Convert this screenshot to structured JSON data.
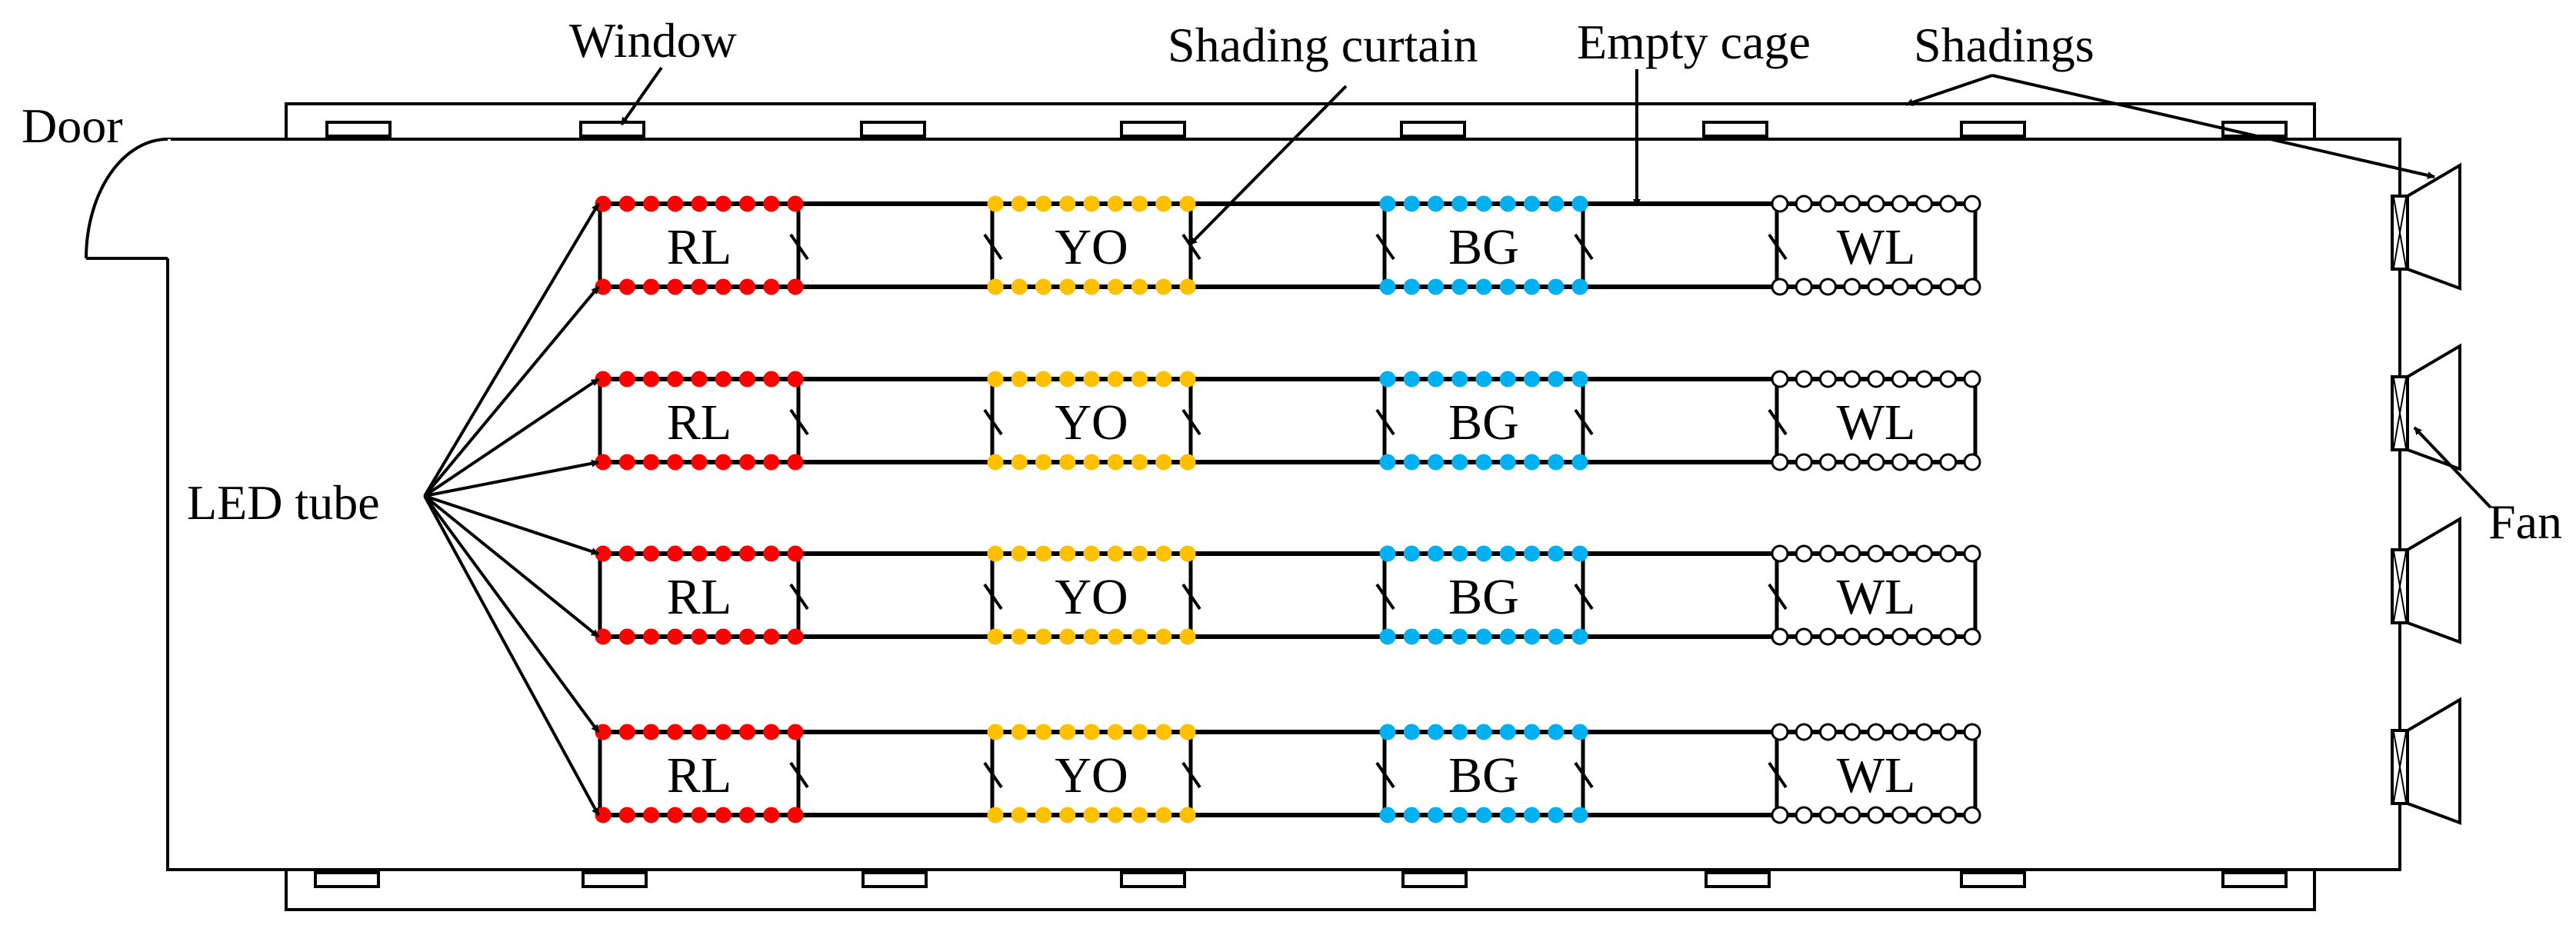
{
  "labels": {
    "door": "Door",
    "window": "Window",
    "shading_curtain": "Shading curtain",
    "empty_cage": "Empty cage",
    "shadings": "Shadings",
    "led_tube": "LED tube",
    "fan": "Fan"
  },
  "rows": [
    {
      "cages": [
        {
          "label": "RL",
          "color": "#ff0000",
          "hollow": false
        },
        {
          "label": "YO",
          "color": "#ffc000",
          "hollow": false
        },
        {
          "label": "BG",
          "color": "#00b0f0",
          "hollow": false
        },
        {
          "label": "WL",
          "color": "#ffffff",
          "hollow": true
        }
      ]
    },
    {
      "cages": [
        {
          "label": "RL",
          "color": "#ff0000",
          "hollow": false
        },
        {
          "label": "YO",
          "color": "#ffc000",
          "hollow": false
        },
        {
          "label": "BG",
          "color": "#00b0f0",
          "hollow": false
        },
        {
          "label": "WL",
          "color": "#ffffff",
          "hollow": true
        }
      ]
    },
    {
      "cages": [
        {
          "label": "RL",
          "color": "#ff0000",
          "hollow": false
        },
        {
          "label": "YO",
          "color": "#ffc000",
          "hollow": false
        },
        {
          "label": "BG",
          "color": "#00b0f0",
          "hollow": false
        },
        {
          "label": "WL",
          "color": "#ffffff",
          "hollow": true
        }
      ]
    },
    {
      "cages": [
        {
          "label": "RL",
          "color": "#ff0000",
          "hollow": false
        },
        {
          "label": "YO",
          "color": "#ffc000",
          "hollow": false
        },
        {
          "label": "BG",
          "color": "#00b0f0",
          "hollow": false
        },
        {
          "label": "WL",
          "color": "#ffffff",
          "hollow": true
        }
      ]
    }
  ]
}
